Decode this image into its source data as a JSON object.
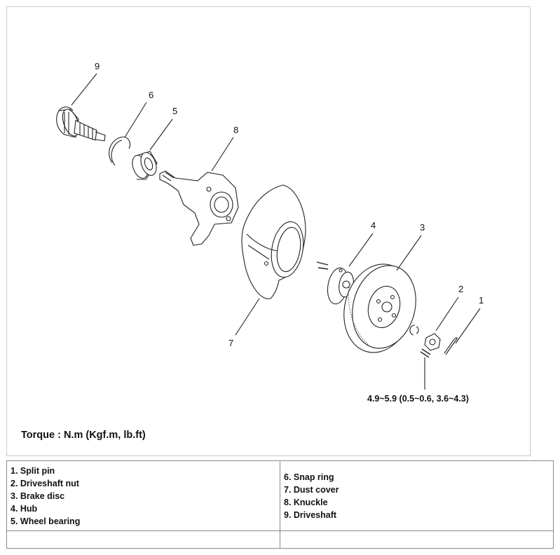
{
  "callouts": [
    "1",
    "2",
    "3",
    "4",
    "5",
    "6",
    "7",
    "8",
    "9"
  ],
  "torque_spec": "4.9~5.9 (0.5~0.6, 3.6~4.3)",
  "torque_label": "Torque : N.m (Kgf.m, lb.ft)",
  "legend": {
    "left": [
      "1. Split pin",
      "2. Driveshaft nut",
      "3. Brake disc",
      "4. Hub",
      "5. Wheel bearing"
    ],
    "right": [
      "6. Snap ring",
      "7. Dust cover",
      "8. Knuckle",
      "9. Driveshaft"
    ]
  }
}
